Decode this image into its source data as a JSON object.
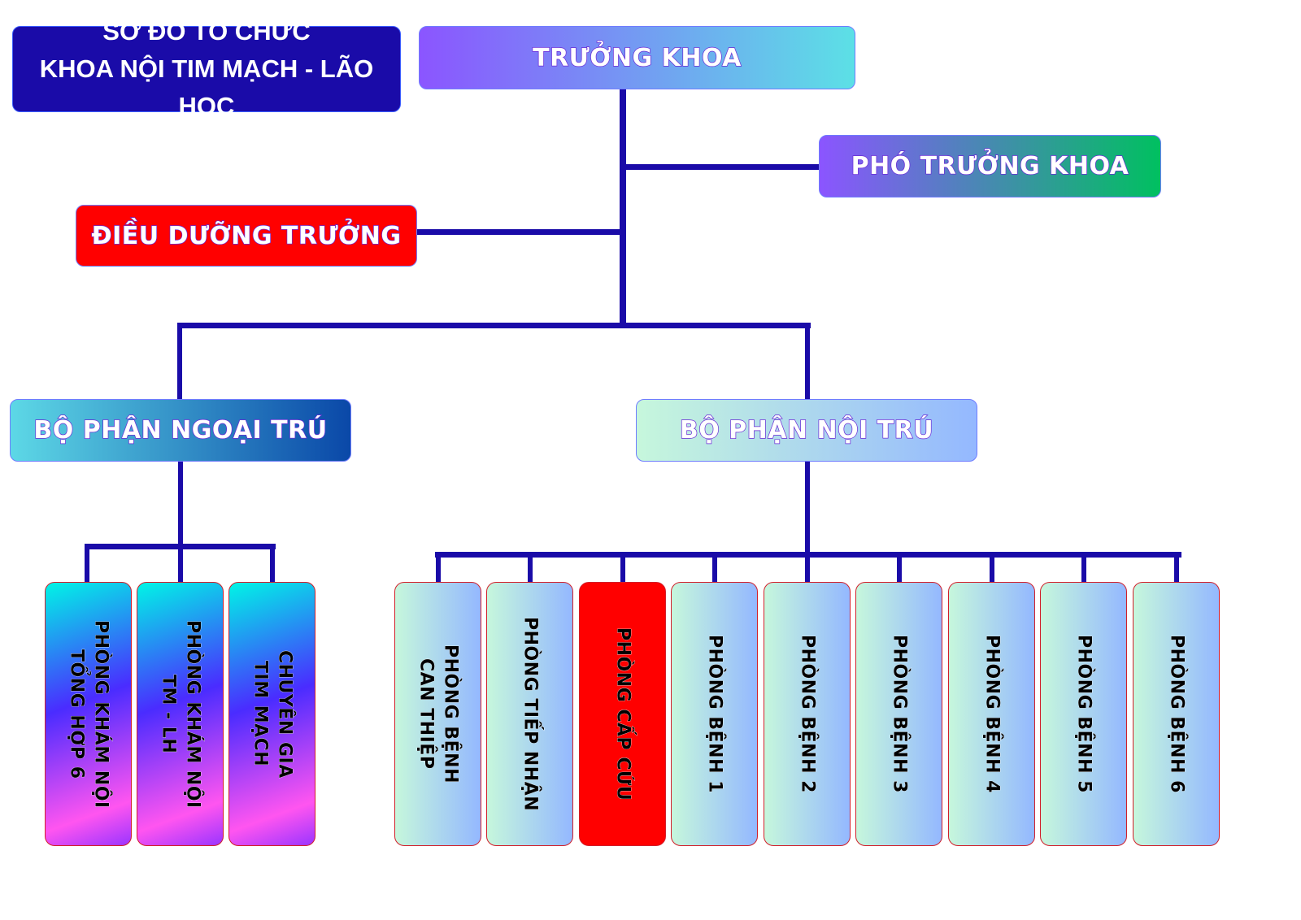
{
  "title": {
    "line1": "SƠ ĐỒ TỔ CHỨC",
    "line2": "KHOA NỘI TIM MẠCH - LÃO HỌC"
  },
  "head": {
    "label": "TRƯỞNG KHOA"
  },
  "deputy": {
    "label": "PHÓ TRƯỞNG KHOA"
  },
  "head_nurse": {
    "label": "ĐIỀU DƯỠNG TRƯỞNG"
  },
  "colors": {
    "connector": "#1a0ba8",
    "title_bg": "#1a0ba8",
    "head_nurse_bg": "#ff0000",
    "emergency_bg": "#ff0000",
    "unit_border": "#d21f2a"
  },
  "departments": {
    "outpatient": {
      "label": "BỘ PHẬN NGOẠI TRÚ",
      "units": [
        {
          "label": "PHÒNG KHÁM NỘI\nTỔNG HỢP 6"
        },
        {
          "label": "PHÒNG KHÁM NỘI\nTM - LH"
        },
        {
          "label": "CHUYÊN GIA\nTIM MẠCH"
        }
      ]
    },
    "inpatient": {
      "label": "BỘ PHẬN NỘI TRÚ",
      "units": [
        {
          "label": "PHÒNG BỆNH\nCAN THIỆP"
        },
        {
          "label": "PHÒNG TIẾP NHẬN"
        },
        {
          "label": "PHÒNG CẤP CỨU"
        },
        {
          "label": "PHÒNG BỆNH 1"
        },
        {
          "label": "PHÒNG BỆNH 2"
        },
        {
          "label": "PHÒNG BỆNH 3"
        },
        {
          "label": "PHÒNG BỆNH 4"
        },
        {
          "label": "PHÒNG BỆNH 5"
        },
        {
          "label": "PHÒNG BỆNH 6"
        }
      ]
    }
  }
}
